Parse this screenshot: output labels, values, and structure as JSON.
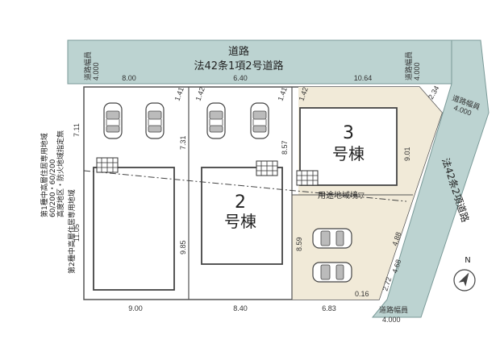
{
  "road_north": {
    "name": "道路",
    "type": "法42条1項2号道路"
  },
  "road_east": {
    "type": "法42条2項道路"
  },
  "road_widths": [
    "道路幅員\n4.000",
    "道路幅員\n4.000",
    "道路幅員\n4.000",
    "道路幅員\n4.000"
  ],
  "buildings": [
    {
      "number": "2",
      "label": "号棟"
    },
    {
      "number": "3",
      "label": "号棟"
    }
  ],
  "zoning": "第2種中高層住居専用地域\n第1種中高層住居専用地域\n60/200・60/200\n高度地区・防火地域指定無",
  "boundary_note": "用途地域境▽",
  "dimensions": {
    "top": [
      "8.00",
      "6.40",
      "10.64"
    ],
    "bottom": [
      "9.00",
      "8.40",
      "6.83"
    ],
    "left": [
      "7.11",
      "11.05"
    ],
    "inner": [
      "7.31",
      "8.57",
      "9.85",
      "8.59",
      "9.01"
    ],
    "east": [
      "2.34",
      "4.88",
      "4.68",
      "2.72",
      "0.16"
    ],
    "splays": [
      "1.41",
      "1.42",
      "1.41",
      "1.42"
    ]
  },
  "north_label": "N",
  "colors": {
    "road": "#bcd3d1",
    "lot": "#ffffff",
    "lot_beige": "#f1ead8",
    "building": "#ffffff",
    "line": "#555555"
  }
}
